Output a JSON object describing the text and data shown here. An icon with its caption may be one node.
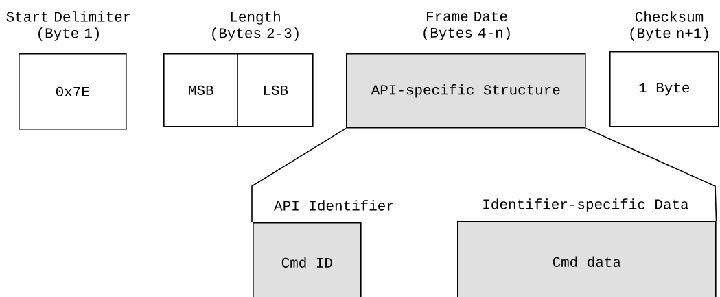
{
  "diagram": {
    "nodes": [
      {
        "text": [
          "Start Delimiter (Byte 1)",
          "0x7E"
        ]
      },
      {
        "text": [
          "Length (Bytes 2-3)"
        ]
      },
      {
        "text": [
          "MSB"
        ],
        "in": 1
      },
      {
        "text": [
          "LSB"
        ],
        "in": 1
      },
      {
        "text": [
          "Frame Date (Bytes 4-n)",
          "API-specific Structure"
        ]
      },
      {
        "text": [
          "Checksum (Byte n+1)",
          "1 Byte"
        ]
      },
      {
        "text": [
          "API Identifier",
          "Cmd ID"
        ]
      },
      {
        "text": [
          "Identifier-specific Data",
          "Cmd data"
        ]
      }
    ],
    "edges": [
      {
        "from": 4,
        "to": 6,
        "arrow": "none"
      },
      {
        "from": 4,
        "to": 7,
        "arrow": "none"
      }
    ]
  }
}
